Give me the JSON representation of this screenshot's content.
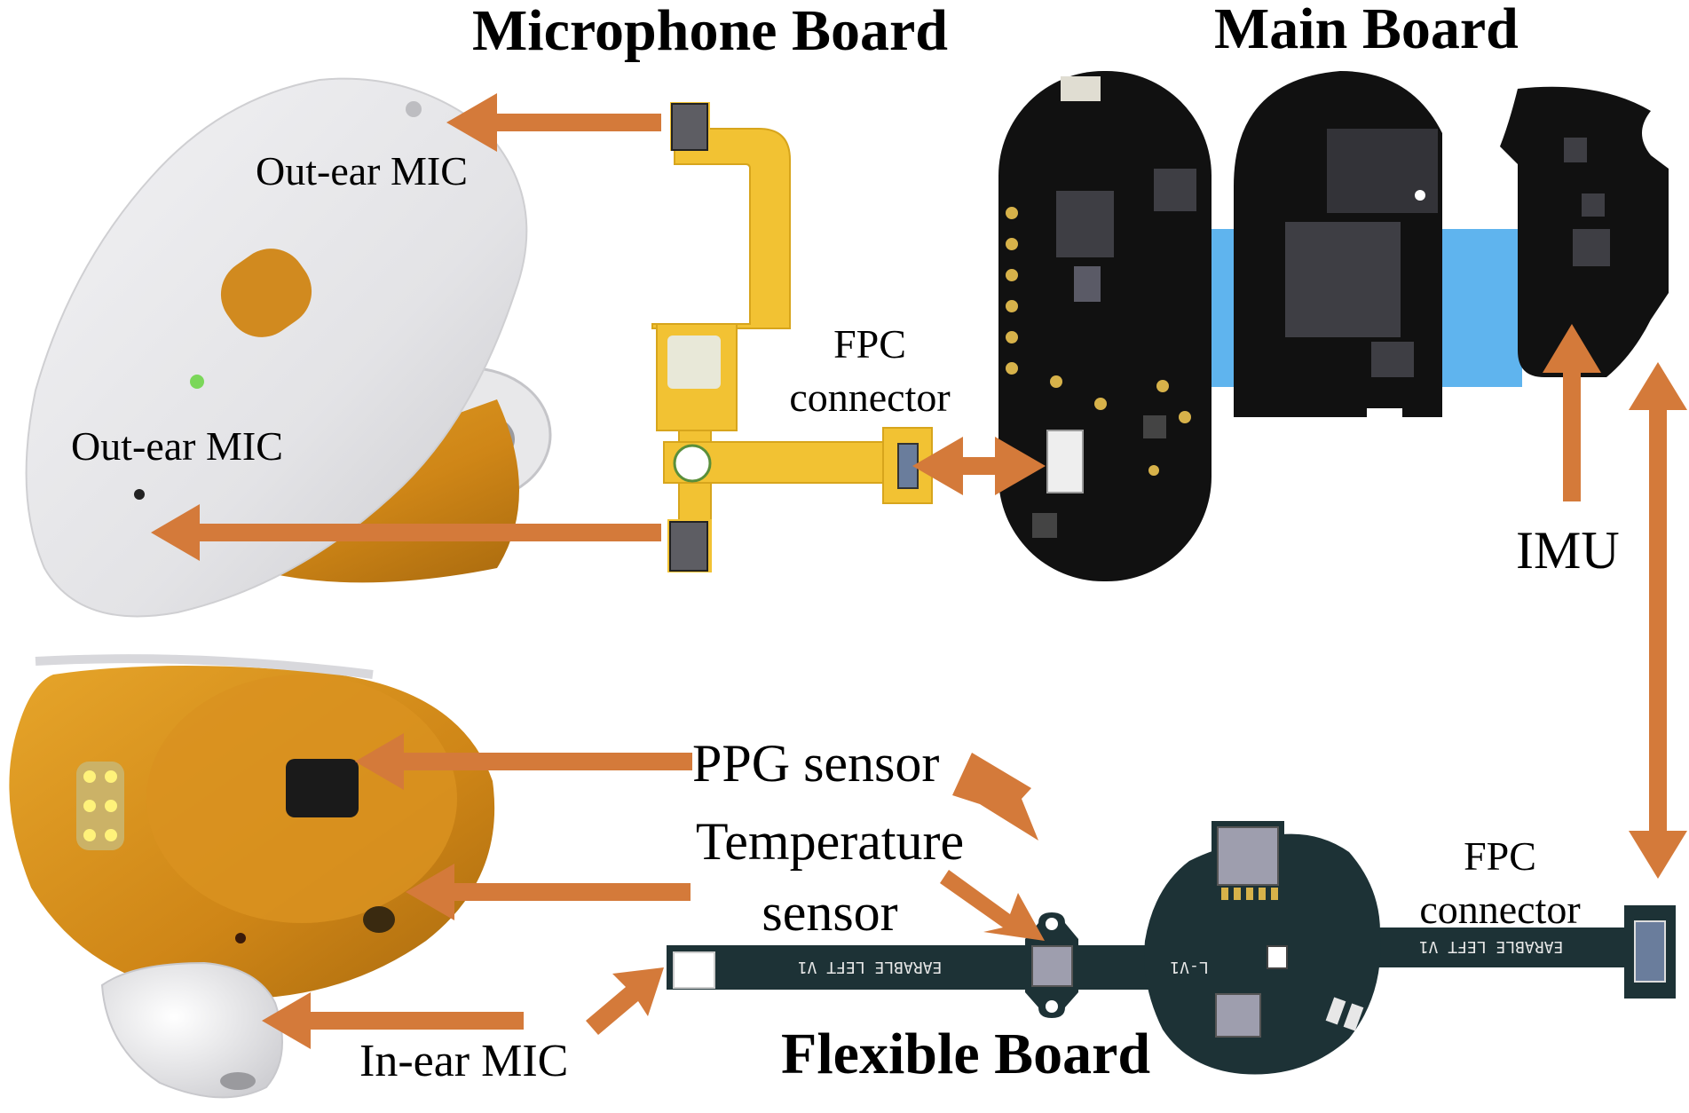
{
  "titles": {
    "microphone_board": "Microphone Board",
    "main_board": "Main Board",
    "flexible_board": "Flexible Board"
  },
  "labels": {
    "out_ear_mic_top": "Out-ear MIC",
    "out_ear_mic_bottom": "Out-ear MIC",
    "fpc_connector_top_line1": "FPC",
    "fpc_connector_top_line2": "connector",
    "imu": "IMU",
    "ppg_sensor": "PPG sensor",
    "temperature_sensor_line1": "Temperature",
    "temperature_sensor_line2": "sensor",
    "fpc_connector_bottom_line1": "FPC",
    "fpc_connector_bottom_line2": "connector",
    "in_ear_mic": "In-ear MIC"
  },
  "silkscreen": {
    "strip_left": "EARABLE LEFT V1",
    "strip_right": "EARABLE LEFT V1",
    "center_ring": "L-V1"
  },
  "colors": {
    "arrow": "#d47a3a",
    "earbud_white": "#e6e6e8",
    "earbud_orange": "#d8921c",
    "fpc_yellow": "#f2c233",
    "pcb_black": "#111111",
    "ribbon_blue": "#5fb4ee",
    "flex_dark": "#1d3236",
    "pad_gold": "#d7b24a"
  }
}
